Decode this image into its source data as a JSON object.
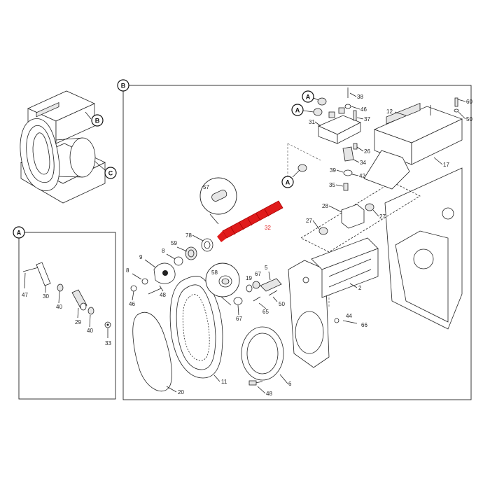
{
  "callouts": {
    "overview_b": "B",
    "overview_c": "C",
    "detail_a": "A",
    "detail_b": "B",
    "ref_a1": "A",
    "ref_a2": "A",
    "ref_a3": "A"
  },
  "highlight_color": "#e01b1b",
  "detail_a_labels": [
    "47",
    "30",
    "40",
    "29",
    "40",
    "33"
  ],
  "detail_b_labels": {
    "p38": "38",
    "p46": "46",
    "p37": "37",
    "p31": "31",
    "p26": "26",
    "p34": "34",
    "p39": "39",
    "p42": "42",
    "p35": "35",
    "p28": "28",
    "p27a": "27",
    "p27b": "27",
    "p57": "57",
    "p32": "32",
    "p78": "78",
    "p59": "59",
    "p8a": "8",
    "p9": "9",
    "p8b": "8",
    "p46b": "46",
    "p48a": "48",
    "p58": "58",
    "p19": "19",
    "p67a": "67",
    "p5": "5",
    "p50a": "50",
    "p65": "65",
    "p67b": "67",
    "p2": "2",
    "p12": "12",
    "p60": "60",
    "p50b": "50",
    "p17": "17",
    "p44": "44",
    "p66": "66",
    "p11": "11",
    "p6": "6",
    "p48b": "48",
    "p20": "20"
  }
}
